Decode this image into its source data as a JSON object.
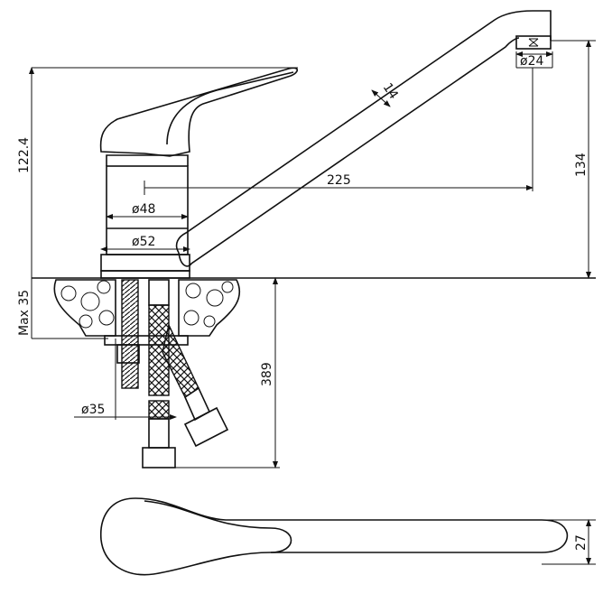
{
  "title": "Single-lever sink mixer technical drawing",
  "dimensions": {
    "height_body": "122.4",
    "spout_height": "134",
    "spout_reach": "225",
    "spout_tube": "14",
    "outlet_diameter": "ø24",
    "body_diameter_upper": "ø48",
    "body_diameter_base": "ø52",
    "max_counter_thickness": "Max 35",
    "hose_length": "389",
    "hole_diameter": "ø35",
    "plan_width": "27"
  },
  "colors": {
    "line": "#111111",
    "background": "#ffffff"
  }
}
